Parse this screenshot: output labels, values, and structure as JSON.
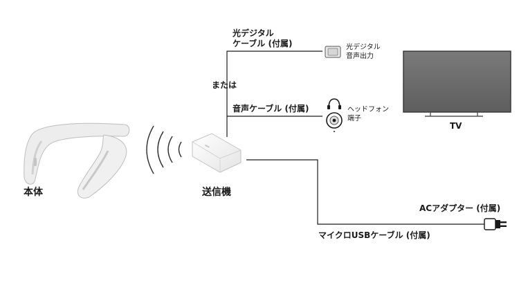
{
  "labels": {
    "optical_cable": [
      "光デジタル",
      "ケーブル (付属)"
    ],
    "optical_port": [
      "光デジタル",
      "音声出力"
    ],
    "or": "または",
    "audio_cable": "音声ケーブル (付属)",
    "headphone_port": [
      "ヘッドフォン",
      "端子"
    ],
    "tv": "TV",
    "main_unit": "本体",
    "transmitter": "送信機",
    "ac_adapter": "ACアダプター (付属)",
    "micro_usb_cable": "マイクロUSBケーブル (付属)"
  },
  "colors": {
    "line": "#1a1a1a",
    "device_white": "#f2f2f2",
    "device_shade": "#c9c9c9",
    "tv_screen": "#6e6e6e",
    "tv_frame": "#3a3a3a"
  }
}
